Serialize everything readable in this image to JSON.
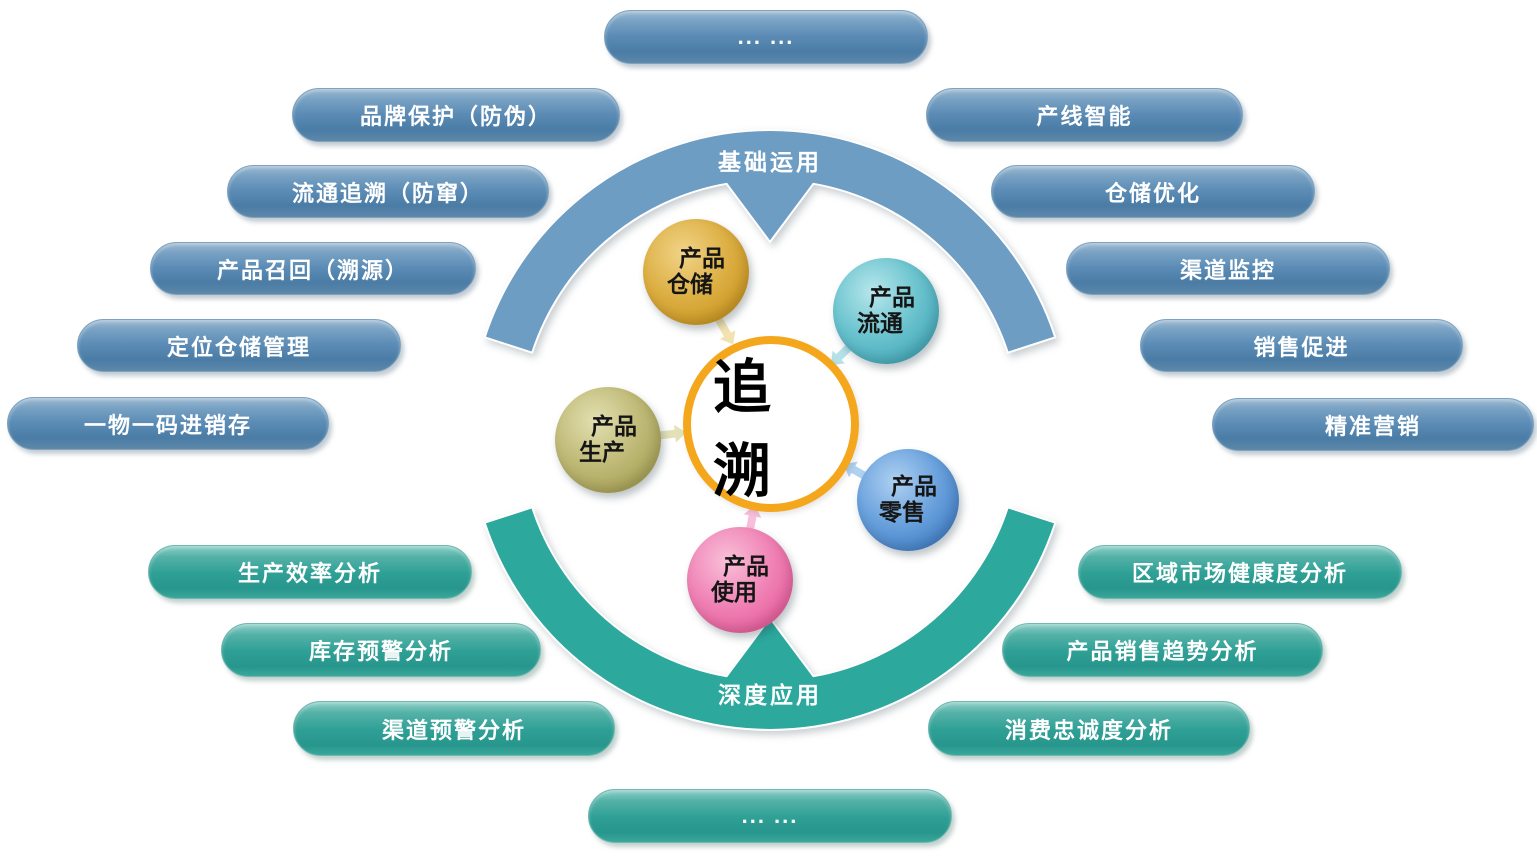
{
  "diagram": {
    "center": {
      "label": "追溯",
      "ring_color": "#f4a71d"
    },
    "satellites": {
      "warehousing": {
        "line1": "产品",
        "line2": "仓储",
        "color": "#cd9a27"
      },
      "circulation": {
        "line1": "产品",
        "line2": "流通",
        "color": "#4badbc"
      },
      "production": {
        "line1": "产品",
        "line2": "生产",
        "color": "#aba55c"
      },
      "retail": {
        "line1": "产品",
        "line2": "零售",
        "color": "#4a86cb"
      },
      "usage": {
        "line1": "产品",
        "line2": "使用",
        "color": "#e864a1"
      }
    },
    "arcs": {
      "basic": {
        "label": "基础运用",
        "color": "#6e9dc4"
      },
      "deep": {
        "label": "深度应用",
        "color": "#2ca89d"
      }
    },
    "basic_applications": {
      "top_more": "...   ...",
      "left": [
        "品牌保护（防伪）",
        "流通追溯（防窜）",
        "产品召回（溯源）",
        "定位仓储管理",
        "一物一码进销存"
      ],
      "right": [
        "产线智能",
        "仓储优化",
        "渠道监控",
        "销售促进",
        "精准营销"
      ]
    },
    "deep_applications": {
      "left": [
        "生产效率分析",
        "库存预警分析",
        "渠道预警分析"
      ],
      "right": [
        "区域市场健康度分析",
        "产品销售趋势分析",
        "消费忠诚度分析"
      ],
      "bottom_more": "...   ..."
    }
  }
}
